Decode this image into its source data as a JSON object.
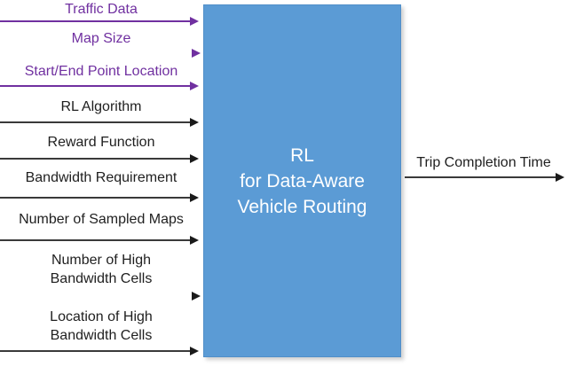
{
  "diagram": {
    "title": "RL for Data-Aware Vehicle Routing block diagram",
    "colors": {
      "input_purple": "#7030A0",
      "input_black": "#1f1f1f",
      "arrow_black": "#3a3a3a",
      "box_fill": "#5B9BD5",
      "box_text": "#FFFFFF",
      "background": "#FFFFFF"
    },
    "inputs": [
      {
        "label": "Traffic Data",
        "color": "purple",
        "arrow": "line-with-head"
      },
      {
        "label": "Map Size",
        "color": "purple",
        "arrow": "head-only"
      },
      {
        "label": "Start/End Point Location",
        "color": "purple",
        "arrow": "line-with-head"
      },
      {
        "label": "RL Algorithm",
        "color": "black",
        "arrow": "line-with-head"
      },
      {
        "label": "Reward Function",
        "color": "black",
        "arrow": "line-with-head"
      },
      {
        "label": "Bandwidth Requirement",
        "color": "black",
        "arrow": "line-with-head"
      },
      {
        "label": "Number of Sampled Maps",
        "color": "black",
        "arrow": "line-with-head"
      },
      {
        "label": "Number of High Bandwidth Cells",
        "color": "black",
        "arrow": "head-only"
      },
      {
        "label": "Location of High Bandwidth Cells",
        "color": "black",
        "arrow": "line-with-head"
      }
    ],
    "process_box": {
      "title": "RL\nfor Data-Aware\nVehicle Routing"
    },
    "outputs": [
      {
        "label": "Trip Completion Time",
        "color": "black",
        "arrow": "line-with-head"
      }
    ]
  }
}
